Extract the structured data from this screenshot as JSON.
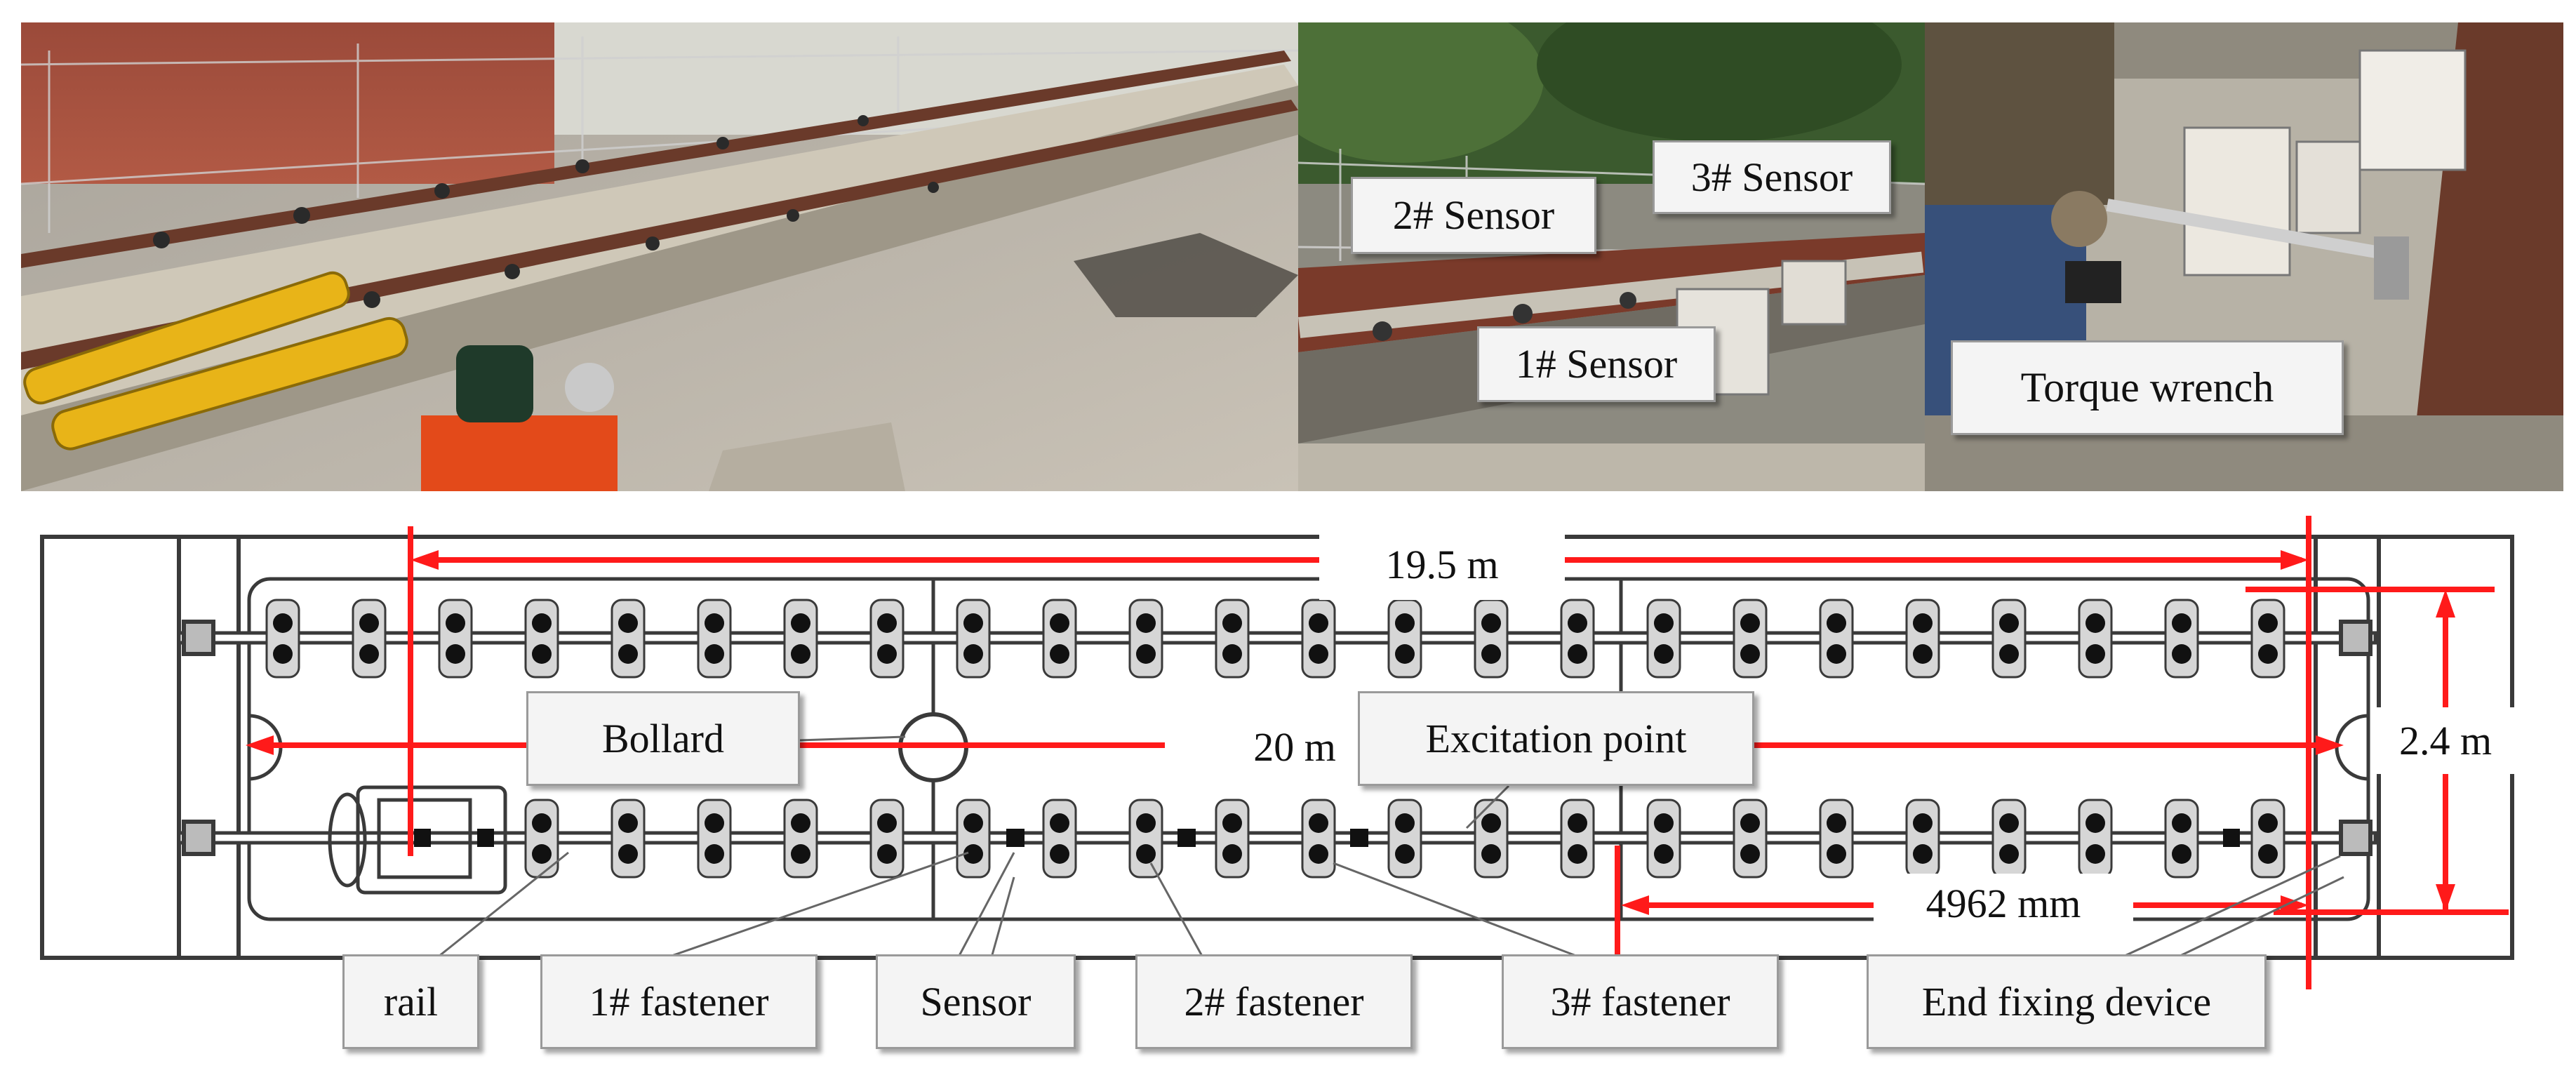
{
  "photos": {
    "track_photo": {
      "alt": ""
    },
    "sensor_photo": {
      "labels": {
        "sensor2": "2# Sensor",
        "sensor3": "3# Sensor",
        "sensor1": "1# Sensor"
      }
    },
    "wrench_photo": {
      "labels": {
        "wrench": "Torque wrench"
      }
    }
  },
  "diagram": {
    "dimensions": {
      "rail_length": "19.5 m",
      "slab_length": "20 m",
      "track_width": "2.4 m",
      "sensor_distance": "4962 mm"
    },
    "callouts": {
      "bollard": "Bollard",
      "excitation": "Excitation point",
      "rail": "rail",
      "fastener1": "1# fastener",
      "sensor": "Sensor",
      "fastener2": "2# fastener",
      "fastener3": "3# fastener",
      "end_fixing": "End fixing device"
    },
    "colors": {
      "dimension": "#ff1a1a",
      "structure": "#3a3a3a",
      "callout_fill": "#f4f4f4"
    }
  }
}
